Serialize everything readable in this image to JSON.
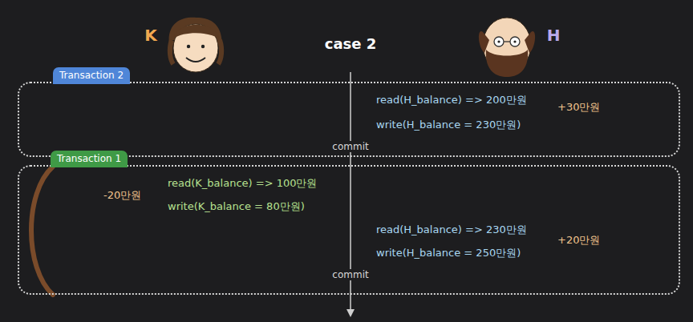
{
  "diagram": {
    "nodes": [
      {
        "text": [
          "Transaction 2",
          "read(H_balance) => 200만원",
          "write(H_balance = 230만원)",
          "+30만원"
        ]
      },
      {
        "text": [
          "Transaction 1",
          "-20만원",
          "read(K_balance) => 100만원",
          "write(K_balance = 80만원)",
          "read(H_balance) => 230만원",
          "write(H_balance = 250만원)",
          "+20만원"
        ]
      }
    ],
    "labels": [
      "case 2",
      "K",
      "H",
      "commit",
      "commit"
    ]
  }
}
